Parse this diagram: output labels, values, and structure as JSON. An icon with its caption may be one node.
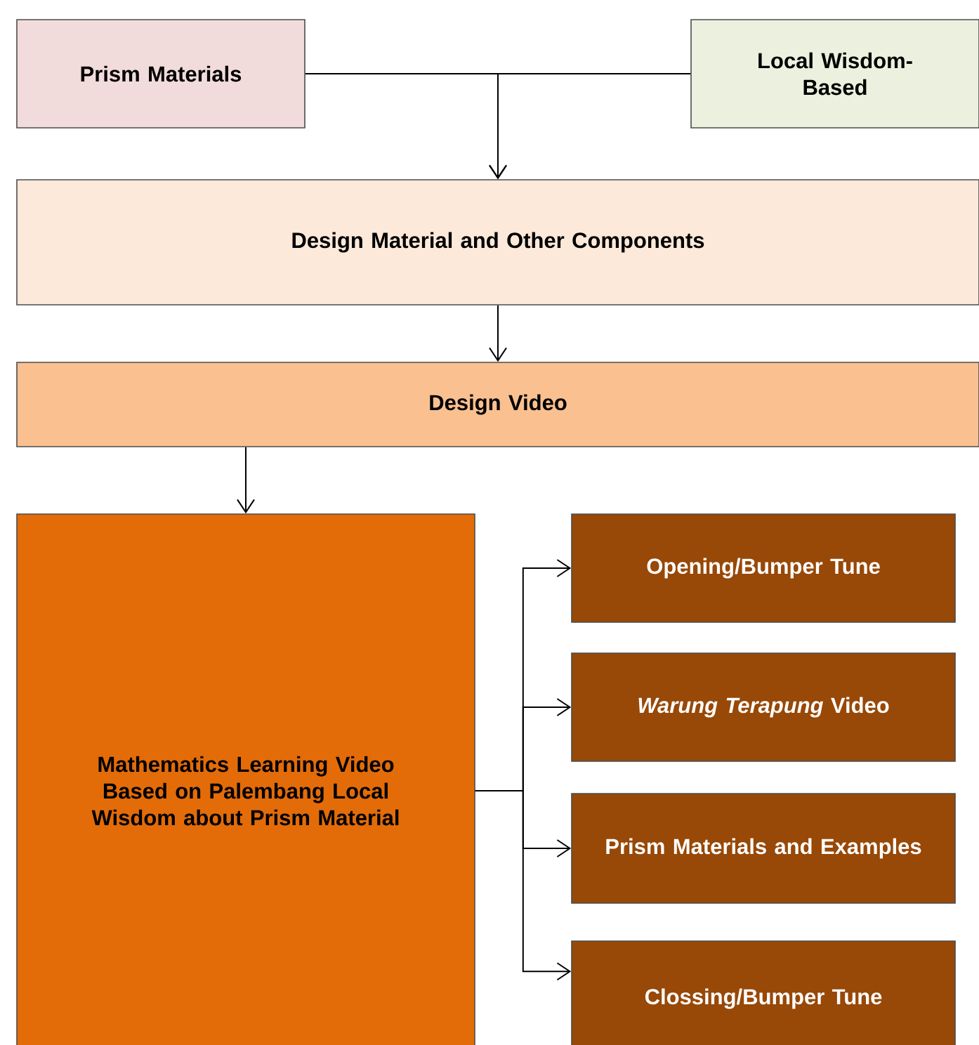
{
  "diagram": {
    "nodes": [
      {
        "text": [
          "Prism Materials"
        ]
      },
      {
        "text": [
          "Local Wisdom-Based"
        ]
      },
      {
        "text": [
          "Design Material and Other Components"
        ]
      },
      {
        "text": [
          "Design Video"
        ]
      },
      {
        "text": [
          "Mathematics Learning Video Based on Palembang Local Wisdom about Prism Material"
        ]
      },
      {
        "text": [
          "Opening/Bumper Tune"
        ]
      },
      {
        "text": [
          "*Warung Terapung* Video"
        ]
      },
      {
        "text": [
          "Prism Materials and Examples"
        ]
      },
      {
        "text": [
          "Clossing/Bumper Tune"
        ]
      }
    ],
    "edges": [
      {
        "from": 0,
        "to": 2,
        "arrow": "to"
      },
      {
        "from": 1,
        "to": 2,
        "arrow": "to"
      },
      {
        "from": 2,
        "to": 3,
        "arrow": "to"
      },
      {
        "from": 3,
        "to": 4,
        "arrow": "to"
      },
      {
        "from": 4,
        "to": 5,
        "arrow": "to"
      },
      {
        "from": 4,
        "to": 6,
        "arrow": "to"
      },
      {
        "from": 4,
        "to": 7,
        "arrow": "to"
      },
      {
        "from": 4,
        "to": 8,
        "arrow": "to"
      }
    ]
  }
}
